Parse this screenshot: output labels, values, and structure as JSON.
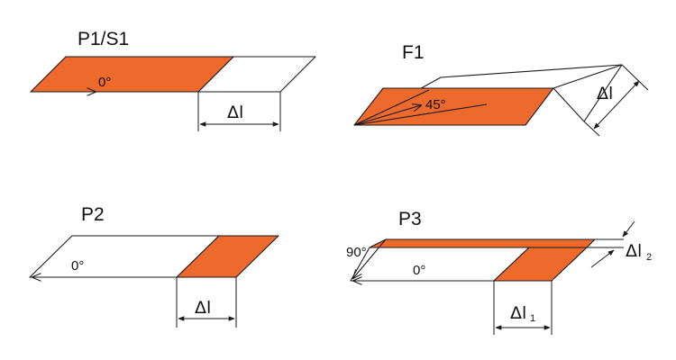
{
  "colors": {
    "accent": "#EE6A2C",
    "line": "#1a1a1a",
    "background": "#ffffff"
  },
  "panels": {
    "p1s1": {
      "title": "P1/S1",
      "angle": "0°",
      "dim": "Δl"
    },
    "f1": {
      "title": "F1",
      "angle": "45°",
      "dim": "Δl"
    },
    "p2": {
      "title": "P2",
      "angle": "0°",
      "dim": "Δl"
    },
    "p3": {
      "title": "P3",
      "angle_a": "90°",
      "angle_b": "0°",
      "dim1": "Δl",
      "dim1_sub": "1",
      "dim2": "Δl",
      "dim2_sub": "2"
    }
  }
}
